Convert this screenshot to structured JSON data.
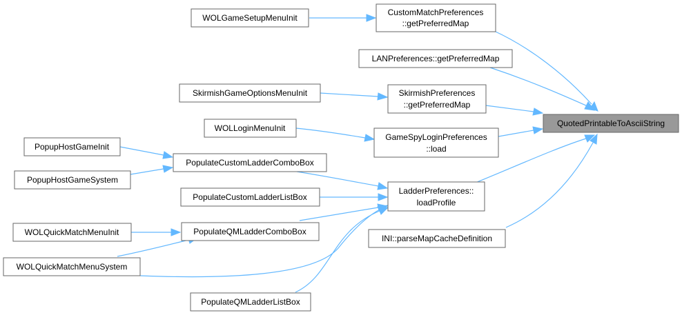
{
  "graph": {
    "target": "QuotedPrintableToAsciiString",
    "nodes": {
      "quoted_printable": "QuotedPrintableToAsciiString",
      "wol_game_setup": "WOLGameSetupMenuInit",
      "custom_match_prefs_1": "CustomMatchPreferences",
      "custom_match_prefs_2": "::getPreferredMap",
      "lan_prefs": "LANPreferences::getPreferredMap",
      "skirmish_game_options": "SkirmishGameOptionsMenuInit",
      "skirmish_prefs_1": "SkirmishPreferences",
      "skirmish_prefs_2": "::getPreferredMap",
      "wol_login": "WOLLoginMenuInit",
      "gamespy_login_1": "GameSpyLoginPreferences",
      "gamespy_login_2": "::load",
      "popup_host_init": "PopupHostGameInit",
      "popup_host_system": "PopupHostGameSystem",
      "populate_custom_combo": "PopulateCustomLadderComboBox",
      "populate_custom_list": "PopulateCustomLadderListBox",
      "ladder_prefs_1": "LadderPreferences::",
      "ladder_prefs_2": "loadProfile",
      "wol_quickmatch_init": "WOLQuickMatchMenuInit",
      "populate_qm_combo": "PopulateQMLadderComboBox",
      "ini_parse": "INI::parseMapCacheDefinition",
      "wol_quickmatch_system": "WOLQuickMatchMenuSystem",
      "populate_qm_list": "PopulateQMLadderListBox"
    }
  },
  "colors": {
    "edge": "#63b8ff",
    "node_border": "#666666",
    "target_fill": "#999999",
    "node_fill": "#ffffff"
  }
}
